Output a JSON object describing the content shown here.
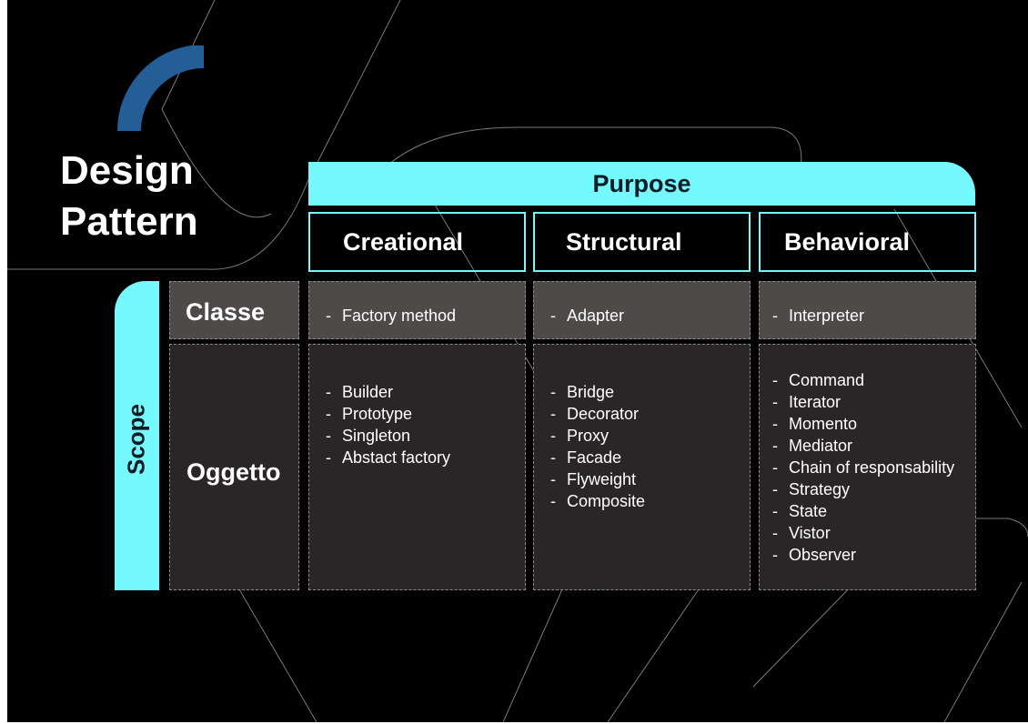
{
  "title": {
    "line1": "Design",
    "line2": "Pattern"
  },
  "purpose": {
    "label": "Purpose"
  },
  "scope": {
    "label": "Scope"
  },
  "columns": [
    "Creational",
    "Structural",
    "Behavioral"
  ],
  "rows": {
    "classe": "Classe",
    "oggetto": "Oggetto"
  },
  "cells": {
    "classe": {
      "creational": [
        "Factory method"
      ],
      "structural": [
        "Adapter"
      ],
      "behavioral": [
        "Interpreter"
      ]
    },
    "oggetto": {
      "creational": [
        "Builder",
        "Prototype",
        "Singleton",
        "Abstact factory"
      ],
      "structural": [
        "Bridge",
        "Decorator",
        "Proxy",
        "Facade",
        "Flyweight",
        "Composite"
      ],
      "behavioral": [
        "Command",
        "Iterator",
        "Momento",
        "Mediator",
        "Chain of responsability",
        "Strategy",
        "State",
        "Vistor",
        "Observer"
      ]
    }
  },
  "colors": {
    "accent": "#74f9ff",
    "arc": "#235f96",
    "background": "#000000",
    "classe_fill": "#4e4a4a",
    "oggetto_fill": "#2a2627"
  }
}
